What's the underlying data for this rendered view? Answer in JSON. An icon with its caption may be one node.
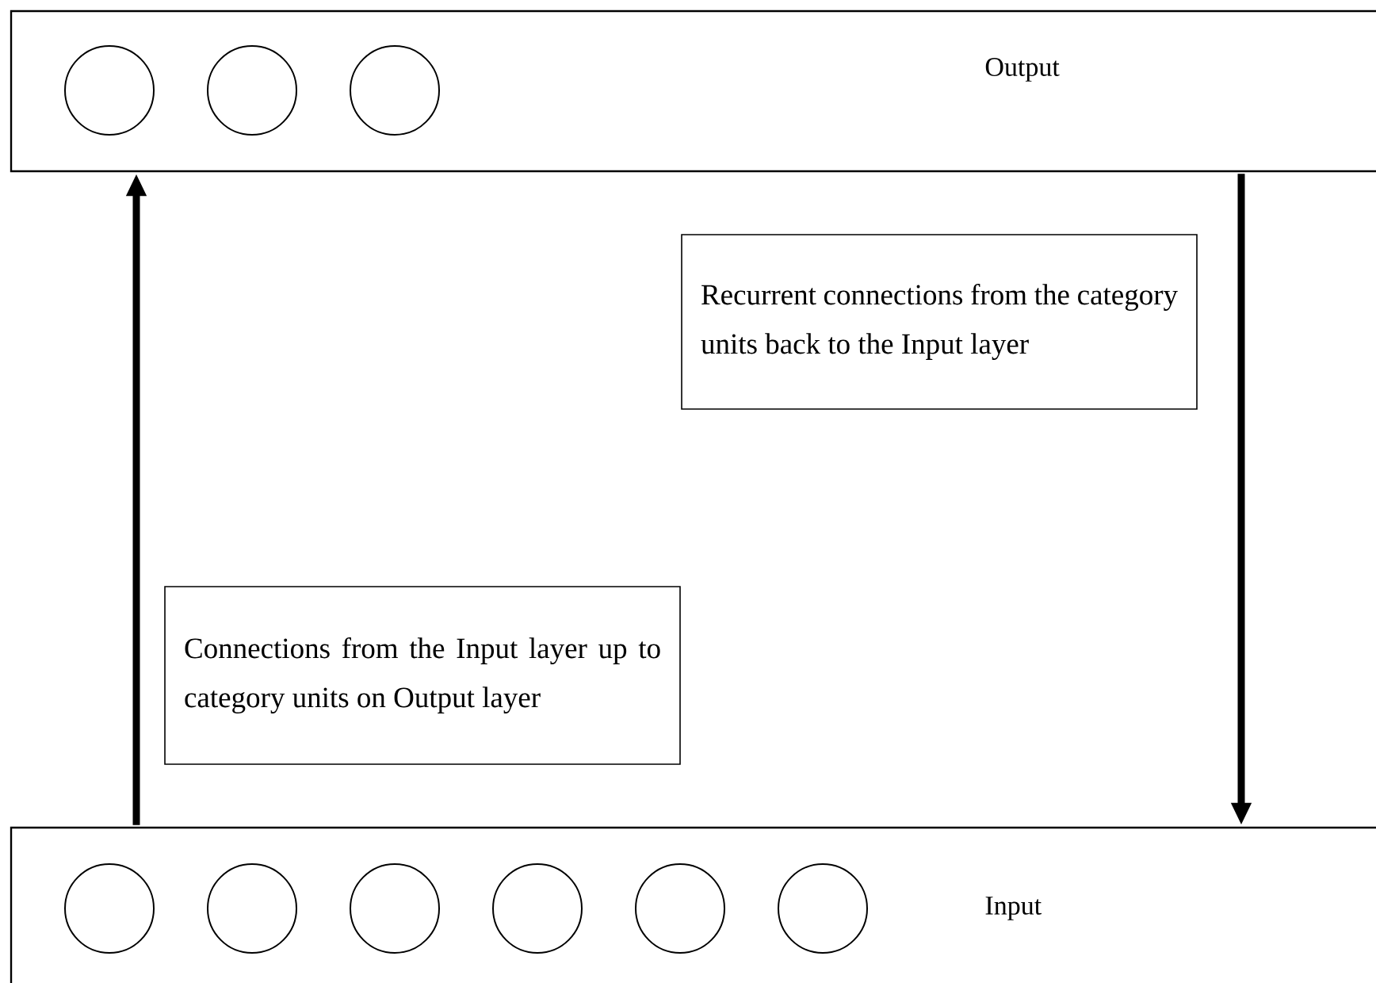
{
  "diagram": {
    "nodes": [
      {
        "text": [
          "Output"
        ]
      },
      {
        "text": [],
        "shape": "circle",
        "in": 0
      },
      {
        "text": [],
        "shape": "circle",
        "in": 0
      },
      {
        "text": [],
        "shape": "circle",
        "in": 0
      },
      {
        "text": [
          "Recurrent connections from the category units back to the Input layer"
        ]
      },
      {
        "text": [
          "Connections from the Input layer up to category units on Output layer"
        ]
      },
      {
        "text": [
          "Input"
        ]
      },
      {
        "text": [],
        "shape": "circle",
        "in": 6
      },
      {
        "text": [],
        "shape": "circle",
        "in": 6
      },
      {
        "text": [],
        "shape": "circle",
        "in": 6
      },
      {
        "text": [],
        "shape": "circle",
        "in": 6
      },
      {
        "text": [],
        "shape": "circle",
        "in": 6
      },
      {
        "text": [],
        "shape": "circle",
        "in": 6
      }
    ],
    "edges": [
      {
        "from": 6,
        "to": 0,
        "arrow": "to"
      },
      {
        "from": 0,
        "to": 6,
        "arrow": "to"
      }
    ]
  }
}
